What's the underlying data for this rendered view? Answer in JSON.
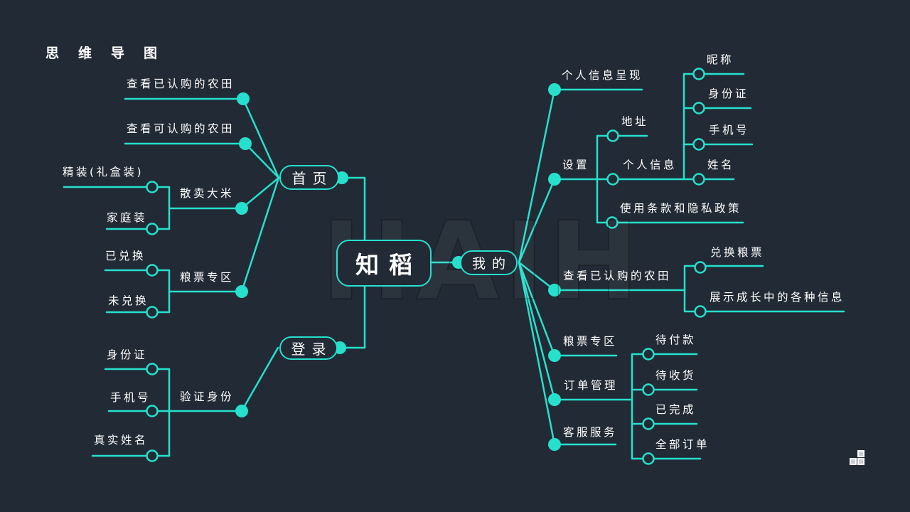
{
  "title": "思维导图",
  "watermark": "HAIH",
  "colors": {
    "background": "#222A35",
    "accent": "#26E0CD",
    "text": "#FFFFFF"
  },
  "mindmap": {
    "root": "知稻",
    "home": {
      "label": "首页",
      "viewed": "查看已认购的农田",
      "available": "查看可认购的农田",
      "bulk_rice": {
        "label": "散卖大米",
        "gift": "精装(礼盒装)",
        "family": "家庭装"
      },
      "grain": {
        "label": "粮票专区",
        "redeemed": "已兑换",
        "unredeemed": "未兑换"
      }
    },
    "login": {
      "label": "登录",
      "verify": {
        "label": "验证身份",
        "id_card": "身份证",
        "phone": "手机号",
        "real_name": "真实姓名"
      }
    },
    "mine": {
      "label": "我的",
      "profile": "个人信息呈现",
      "settings": {
        "label": "设置",
        "address": "地址",
        "personal": {
          "label": "个人信息",
          "nickname": "昵称",
          "id_card": "身份证",
          "phone": "手机号",
          "name": "姓名"
        },
        "terms": "使用条款和隐私政策"
      },
      "farmland": {
        "label": "查看已认购的农田",
        "redeem": "兑换粮票",
        "growth": "展示成长中的各种信息"
      },
      "grain_zone": "粮票专区",
      "orders": {
        "label": "订单管理",
        "pending_pay": "待付款",
        "pending_receive": "待收货",
        "completed": "已完成",
        "all": "全部订单"
      },
      "service": "客服服务"
    }
  }
}
